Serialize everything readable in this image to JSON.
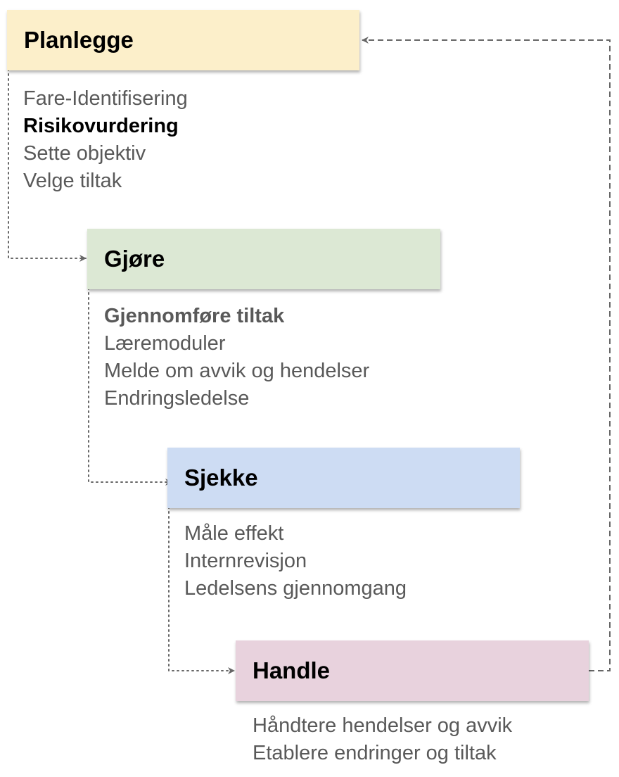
{
  "colors": {
    "plan": "#fcefca",
    "do": "#dce8d4",
    "check": "#cddcf3",
    "act": "#e8d2dd",
    "connector": "#666666",
    "task_text": "#595959",
    "task_emphasis_plan": "#000000",
    "task_emphasis_do": "#595959"
  },
  "stages": {
    "plan": {
      "title": "Planlegge",
      "tasks": [
        "Fare-Identifisering",
        "Risikovurdering",
        "Sette objektiv",
        "Velge tiltak"
      ]
    },
    "do": {
      "title": "Gjøre",
      "tasks": [
        "Gjennomføre tiltak",
        "Læremoduler",
        "Melde om avvik og hendelser",
        "Endringsledelse"
      ]
    },
    "check": {
      "title": "Sjekke",
      "tasks": [
        "Måle effekt",
        "Internrevisjon",
        "Ledelsens gjennomgang"
      ]
    },
    "act": {
      "title": "Handle",
      "tasks": [
        "Håndtere hendelser og avvik",
        "Etablere endringer og tiltak"
      ]
    }
  },
  "connectors": {
    "plan_to_do": "dotted-arrow",
    "do_to_check": "dotted-arrow",
    "check_to_act": "dotted-arrow",
    "act_to_plan": "dashed-arrow"
  }
}
